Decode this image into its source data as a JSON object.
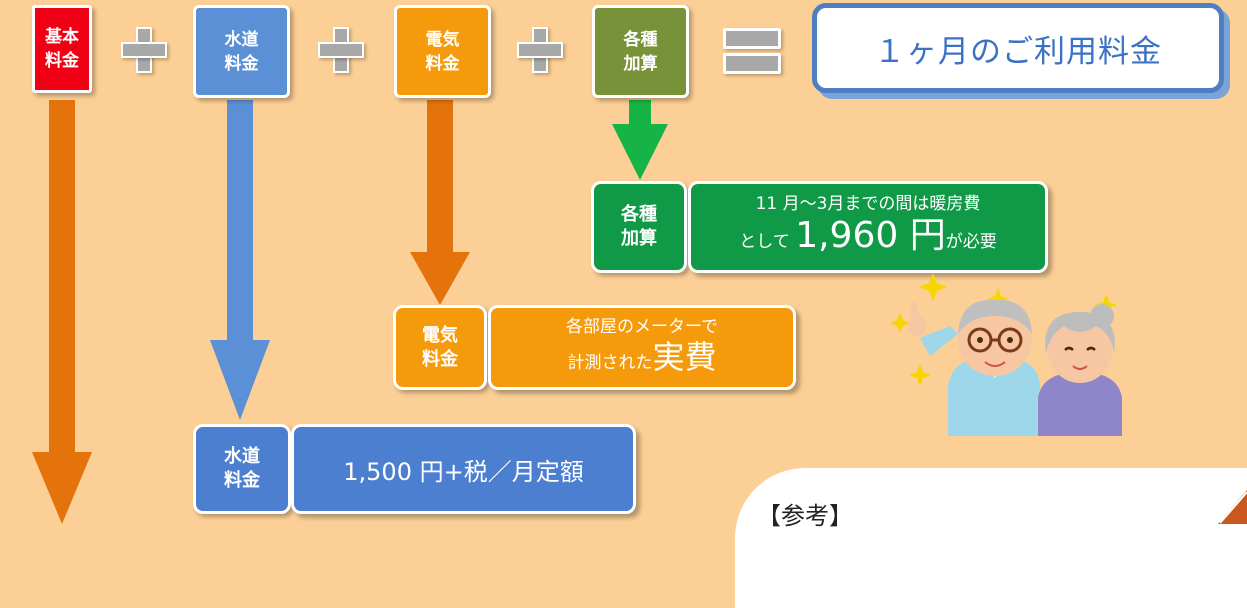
{
  "top": {
    "basic": "基本\n料金",
    "water": "水道\n料金",
    "electric": "電気\n料金",
    "extra": "各種\n加算",
    "result": "１ヶ月のご利用料金"
  },
  "extra_detail": {
    "label": "各種\n加算",
    "line1": "11 月～3月までの間は暖房費",
    "line2_prefix": "として",
    "amount": "1,960 円",
    "line2_suffix": "が必要"
  },
  "electric_detail": {
    "label": "電気\n料金",
    "line1": "各部屋のメーターで",
    "line2_prefix": "計測された",
    "emphasis": "実費"
  },
  "water_detail": {
    "label": "水道\n料金",
    "text": "1,500 円+税／月定額"
  },
  "note": {
    "title": "【参考】"
  },
  "colors": {
    "background": "#fbcf95",
    "basic": "#f00014",
    "water": "#5b8fd6",
    "electric": "#f59a0a",
    "extra": "#78923a",
    "extra_detail": "#109a48",
    "arrow_orange": "#e4730c",
    "arrow_green": "#16b446",
    "result_text": "#3c72c4"
  },
  "icons": [
    "plus-icon",
    "equals-icon",
    "down-arrow-icon",
    "elderly-couple-illustration",
    "sparkle-icon"
  ]
}
